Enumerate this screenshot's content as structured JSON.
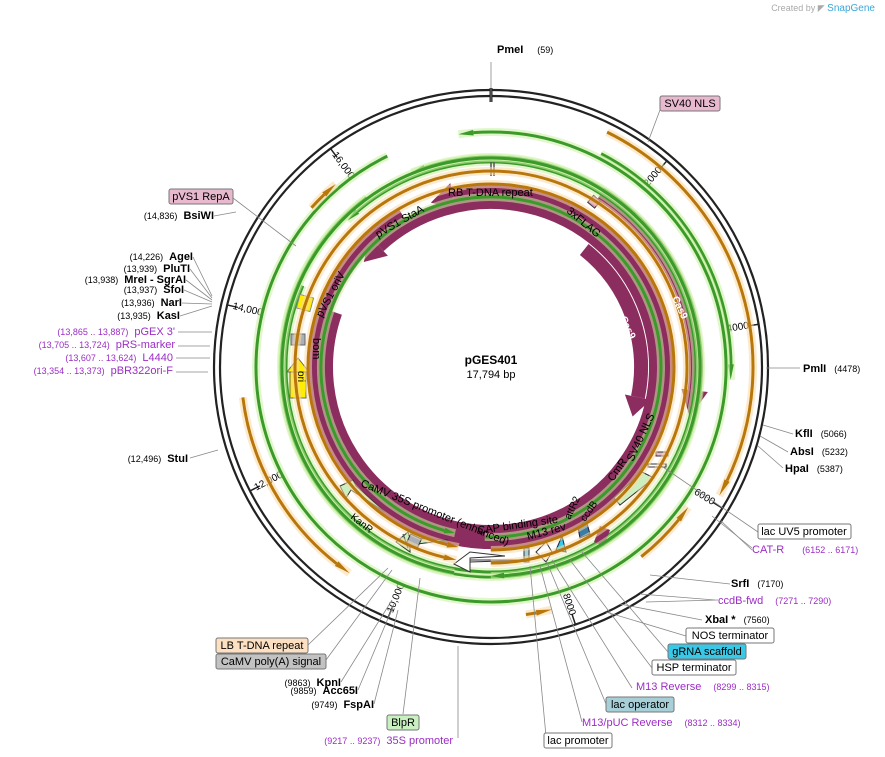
{
  "header": {
    "created_by": "Created by",
    "brand": "SnapGene"
  },
  "plasmid": {
    "name": "pGES401",
    "length_label": "17,794 bp",
    "length": 17794
  },
  "colors": {
    "cds": "#8b2d5e",
    "promoter_green": "#3b9a2a",
    "orange_feature": "#b8770b",
    "primer": "#9b2dc4",
    "backbone": "#222222"
  },
  "ticks": [
    {
      "label": "2000",
      "bp": 2000
    },
    {
      "label": "4000",
      "bp": 4000
    },
    {
      "label": "6000",
      "bp": 6000
    },
    {
      "label": "8000",
      "bp": 8000
    },
    {
      "label": "10,000",
      "bp": 10000
    },
    {
      "label": "12,000",
      "bp": 12000
    },
    {
      "label": "14,000",
      "bp": 14000
    },
    {
      "label": "16,000",
      "bp": 16000
    }
  ],
  "inner_labels": [
    {
      "text": "RB T-DNA repeat"
    },
    {
      "text": "3xFLAG"
    },
    {
      "text": "Cas9"
    },
    {
      "text": "Cas9"
    },
    {
      "text": "SV40 NLS"
    },
    {
      "text": "CmR"
    },
    {
      "text": "ccdB"
    },
    {
      "text": "attR2"
    },
    {
      "text": "M13 rev"
    },
    {
      "text": "CAP binding site"
    },
    {
      "text": "CaMV 35S promoter (enhanced)"
    },
    {
      "text": "KanR"
    },
    {
      "text": "pVS1 StaA"
    },
    {
      "text": "pVS1 oriV"
    },
    {
      "text": "bom"
    },
    {
      "text": "ori"
    }
  ],
  "sites": [
    {
      "name": "PmeI",
      "pos": "(59)"
    },
    {
      "name": "PmlI",
      "pos": "(4478)"
    },
    {
      "name": "KflI",
      "pos": "(5066)"
    },
    {
      "name": "AbsI",
      "pos": "(5232)"
    },
    {
      "name": "HpaI",
      "pos": "(5387)"
    },
    {
      "name": "SrfI",
      "pos": "(7170)"
    },
    {
      "name": "XbaI *",
      "pos": "(7560)"
    },
    {
      "name": "KpnI",
      "pos": "(9863)"
    },
    {
      "name": "Acc65I",
      "pos": "(9859)"
    },
    {
      "name": "FspAI",
      "pos": "(9749)"
    },
    {
      "name": "StuI",
      "pos": "(12,496)"
    },
    {
      "name": "KasI",
      "pos": "(13,935)"
    },
    {
      "name": "NarI",
      "pos": "(13,936)"
    },
    {
      "name": "SfoI",
      "pos": "(13,937)"
    },
    {
      "name": "MreI  - SgrAI",
      "pos": "(13,938)"
    },
    {
      "name": "PluTI",
      "pos": "(13,939)"
    },
    {
      "name": "AgeI",
      "pos": "(14,226)"
    },
    {
      "name": "BsiWI",
      "pos": "(14,836)"
    }
  ],
  "primers": [
    {
      "name": "CAT-R",
      "range": "(6152 .. 6171)"
    },
    {
      "name": "ccdB-fwd",
      "range": "(7271 .. 7290)"
    },
    {
      "name": "M13 Reverse",
      "range": "(8299 .. 8315)"
    },
    {
      "name": "M13/pUC Reverse",
      "range": "(8312 .. 8334)"
    },
    {
      "name": "35S promoter",
      "range": "(9217 .. 9237)"
    },
    {
      "name": "pBR322ori-F",
      "range": "(13,354 .. 13,373)"
    },
    {
      "name": "L4440",
      "range": "(13,607 .. 13,624)"
    },
    {
      "name": "pRS-marker",
      "range": "(13,705 .. 13,724)"
    },
    {
      "name": "pGEX 3'",
      "range": "(13,865 .. 13,887)"
    }
  ],
  "boxes": [
    {
      "name": "SV40 NLS"
    },
    {
      "name": "lac UV5 promoter"
    },
    {
      "name": "NOS terminator"
    },
    {
      "name": "gRNA scaffold"
    },
    {
      "name": "HSP terminator"
    },
    {
      "name": "lac operator"
    },
    {
      "name": "lac promoter"
    },
    {
      "name": "BlpR"
    },
    {
      "name": "CaMV poly(A) signal"
    },
    {
      "name": "LB T-DNA repeat"
    },
    {
      "name": "pVS1 RepA"
    }
  ]
}
